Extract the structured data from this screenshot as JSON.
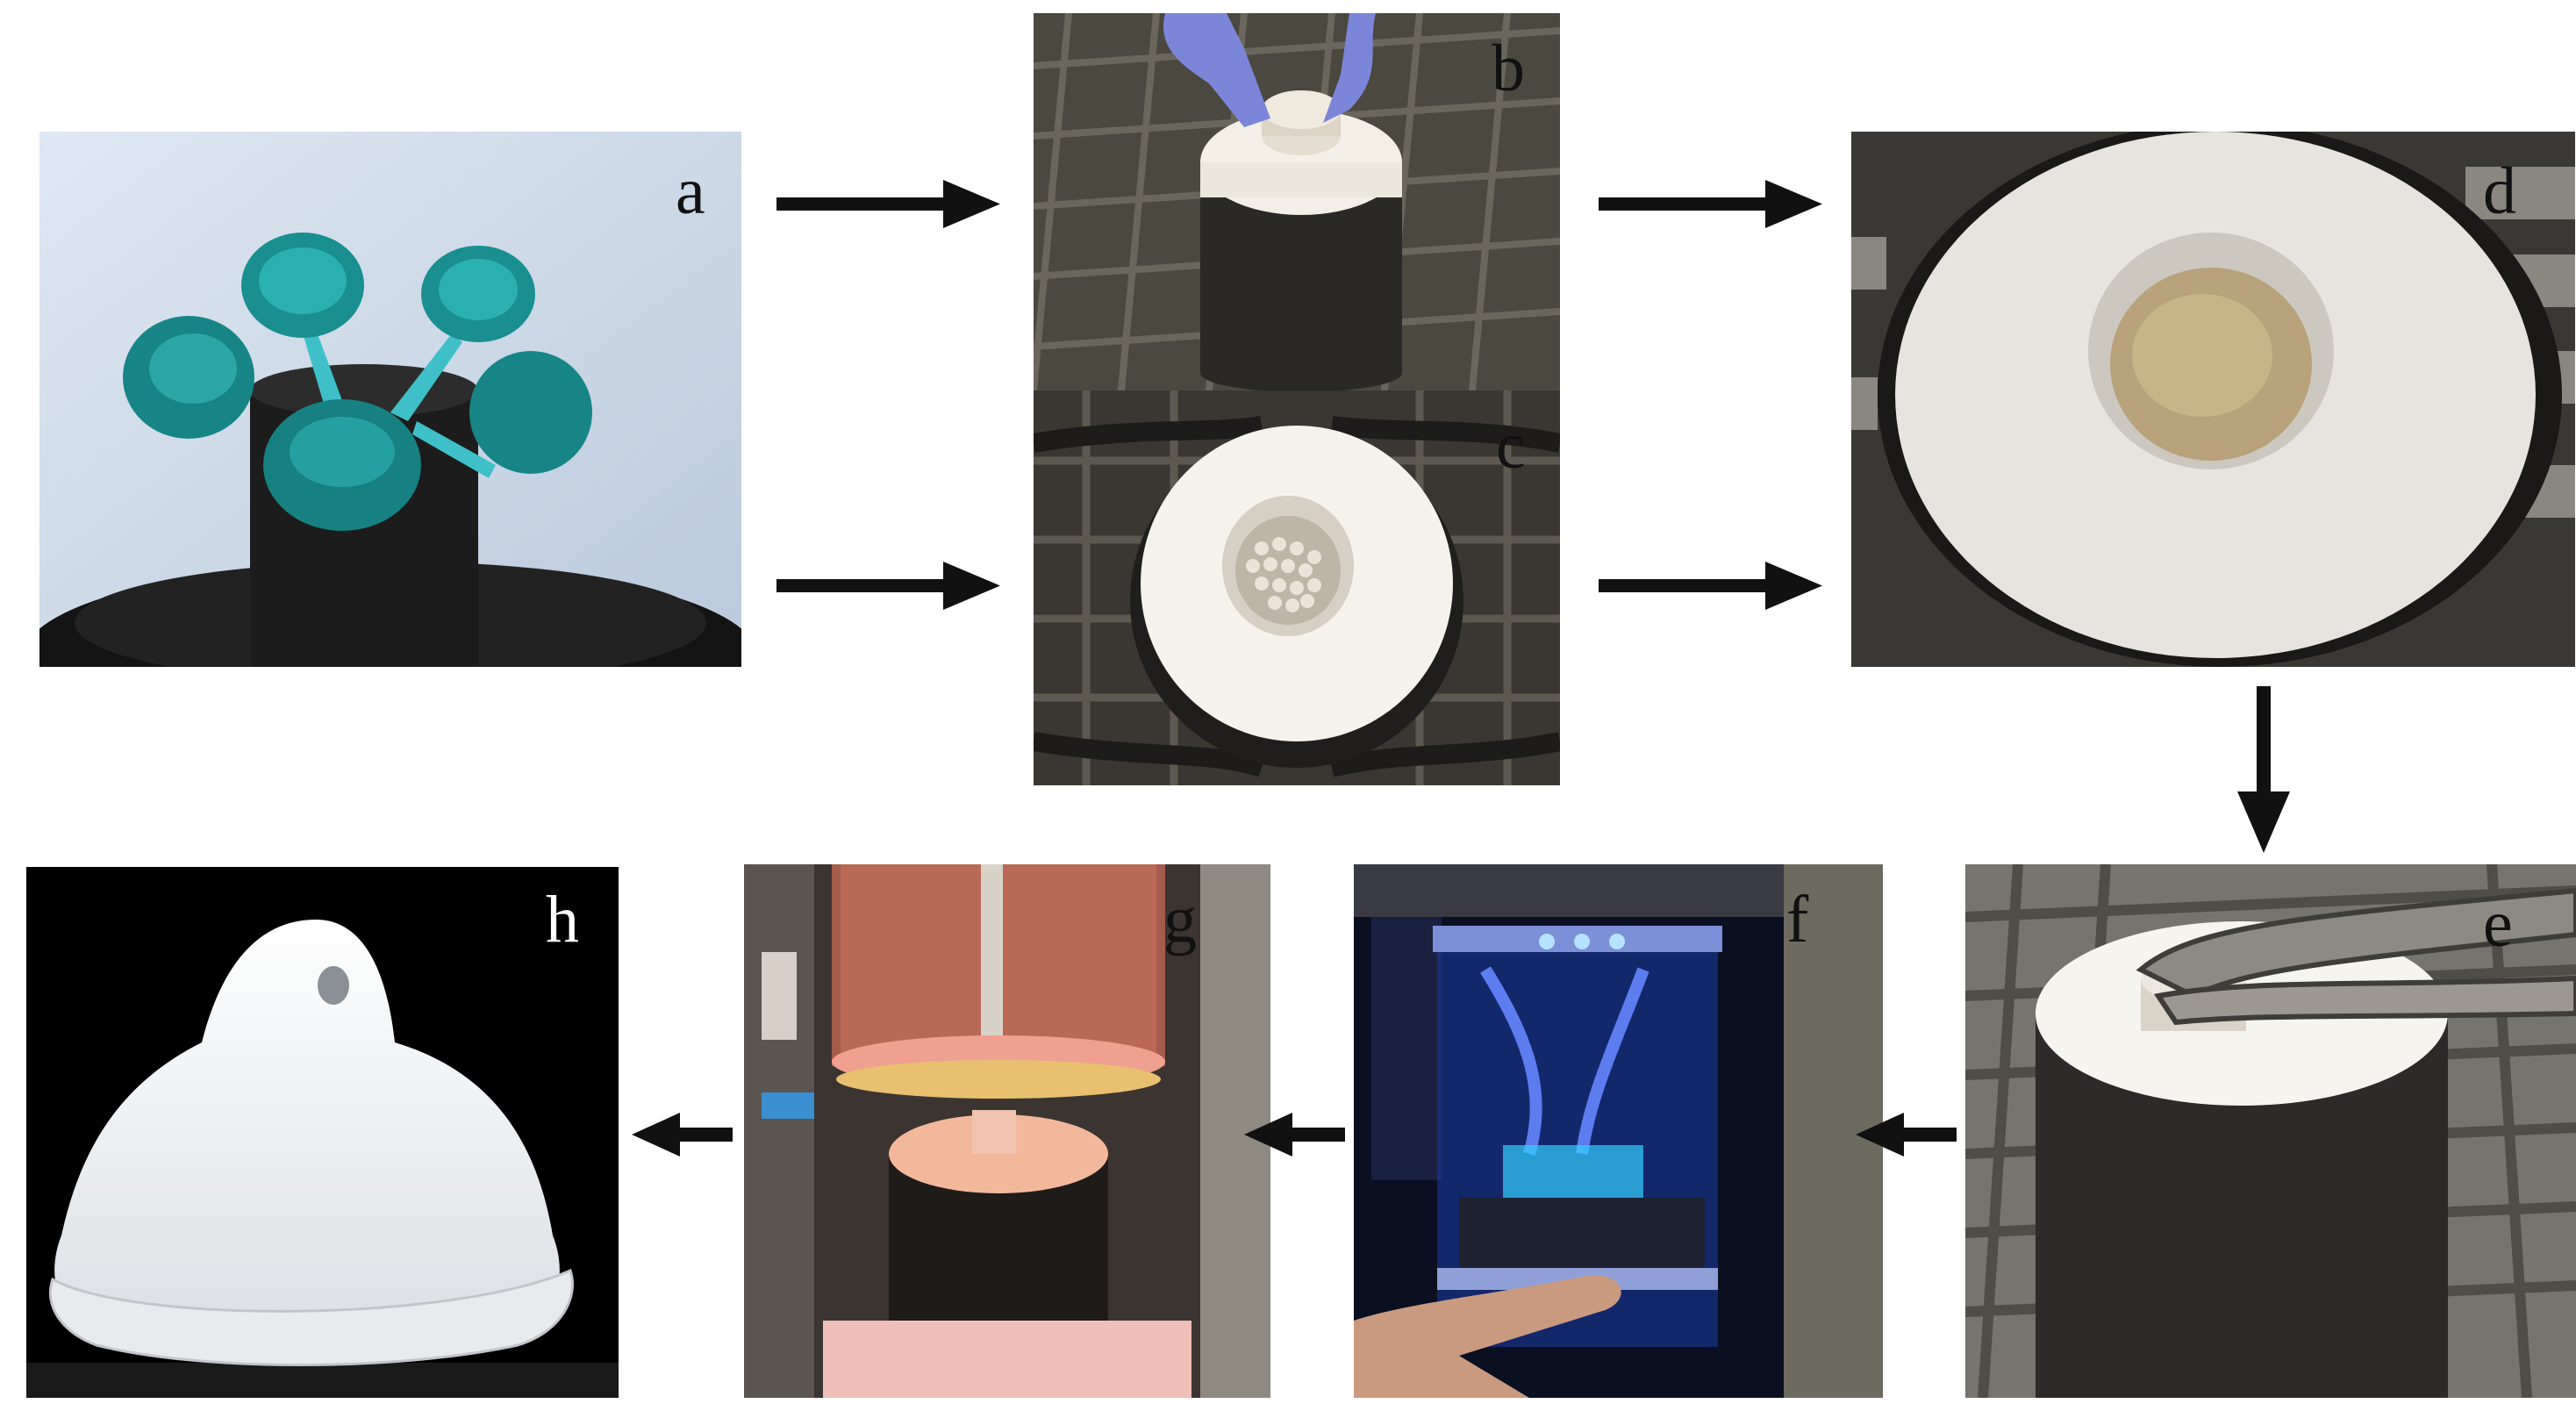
{
  "panels": {
    "a": {
      "label": "a"
    },
    "b": {
      "label": "b"
    },
    "c": {
      "label": "c"
    },
    "d": {
      "label": "d"
    },
    "e": {
      "label": "e"
    },
    "f": {
      "label": "f"
    },
    "g": {
      "label": "g"
    },
    "h": {
      "label": "h"
    }
  },
  "arrows": [
    {
      "from": "a",
      "to": "b",
      "direction": "right"
    },
    {
      "from": "a",
      "to": "c",
      "direction": "right"
    },
    {
      "from": "b",
      "to": "d",
      "direction": "right"
    },
    {
      "from": "c",
      "to": "d",
      "direction": "right"
    },
    {
      "from": "d",
      "to": "e",
      "direction": "down"
    },
    {
      "from": "e",
      "to": "f",
      "direction": "left"
    },
    {
      "from": "f",
      "to": "g",
      "direction": "left"
    },
    {
      "from": "g",
      "to": "h",
      "direction": "left"
    }
  ],
  "colors": {
    "arrow": "#111111",
    "background": "#ffffff"
  }
}
